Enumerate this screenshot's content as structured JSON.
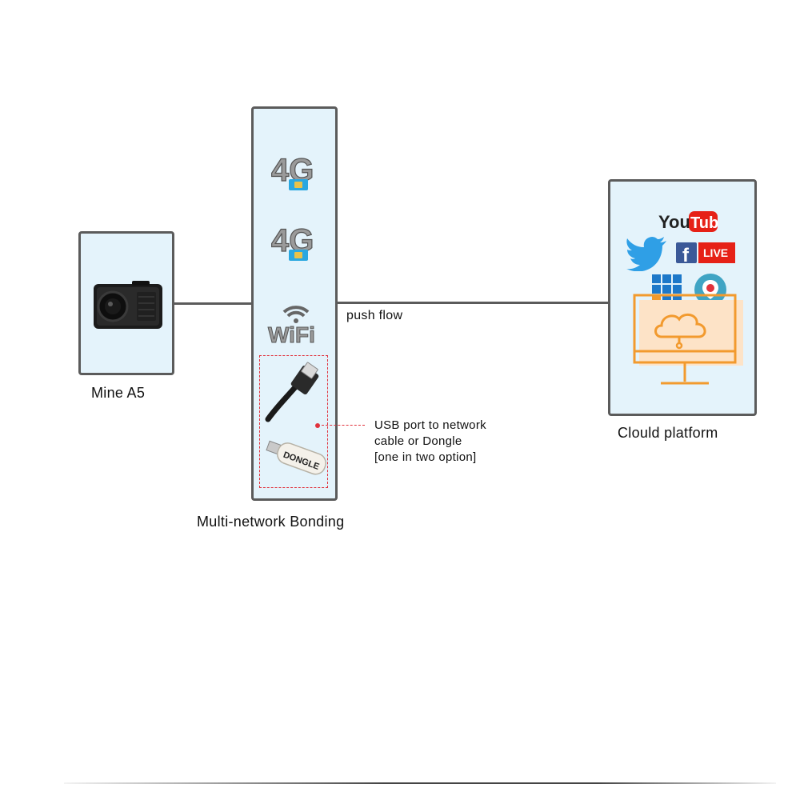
{
  "nodes": {
    "camera": {
      "caption": "Mine A5"
    },
    "bonding": {
      "caption": "Multi-network Bonding"
    },
    "cloud": {
      "caption": "Clould platform"
    }
  },
  "edges": {
    "push_flow_label": "push flow"
  },
  "bonding_icons": {
    "cellular_1": "4G",
    "cellular_2": "4G",
    "wifi": "WiFi",
    "dongle_label": "DONGLE"
  },
  "cloud_icons": {
    "youtube_you": "You",
    "youtube_tube": "Tube",
    "facebook_f": "f",
    "live": "LIVE"
  },
  "usb_note": {
    "line1": "USB port to network",
    "line2": "cable or Dongle",
    "line3": "[one in two option]"
  },
  "colors": {
    "box_border": "#5b5b5b",
    "box_fill": "#e4f3fb",
    "accent_red": "#e0323c",
    "cloud_orange": "#f29a2e",
    "twitter_blue": "#2f9fe6",
    "facebook_blue": "#3b5998"
  }
}
